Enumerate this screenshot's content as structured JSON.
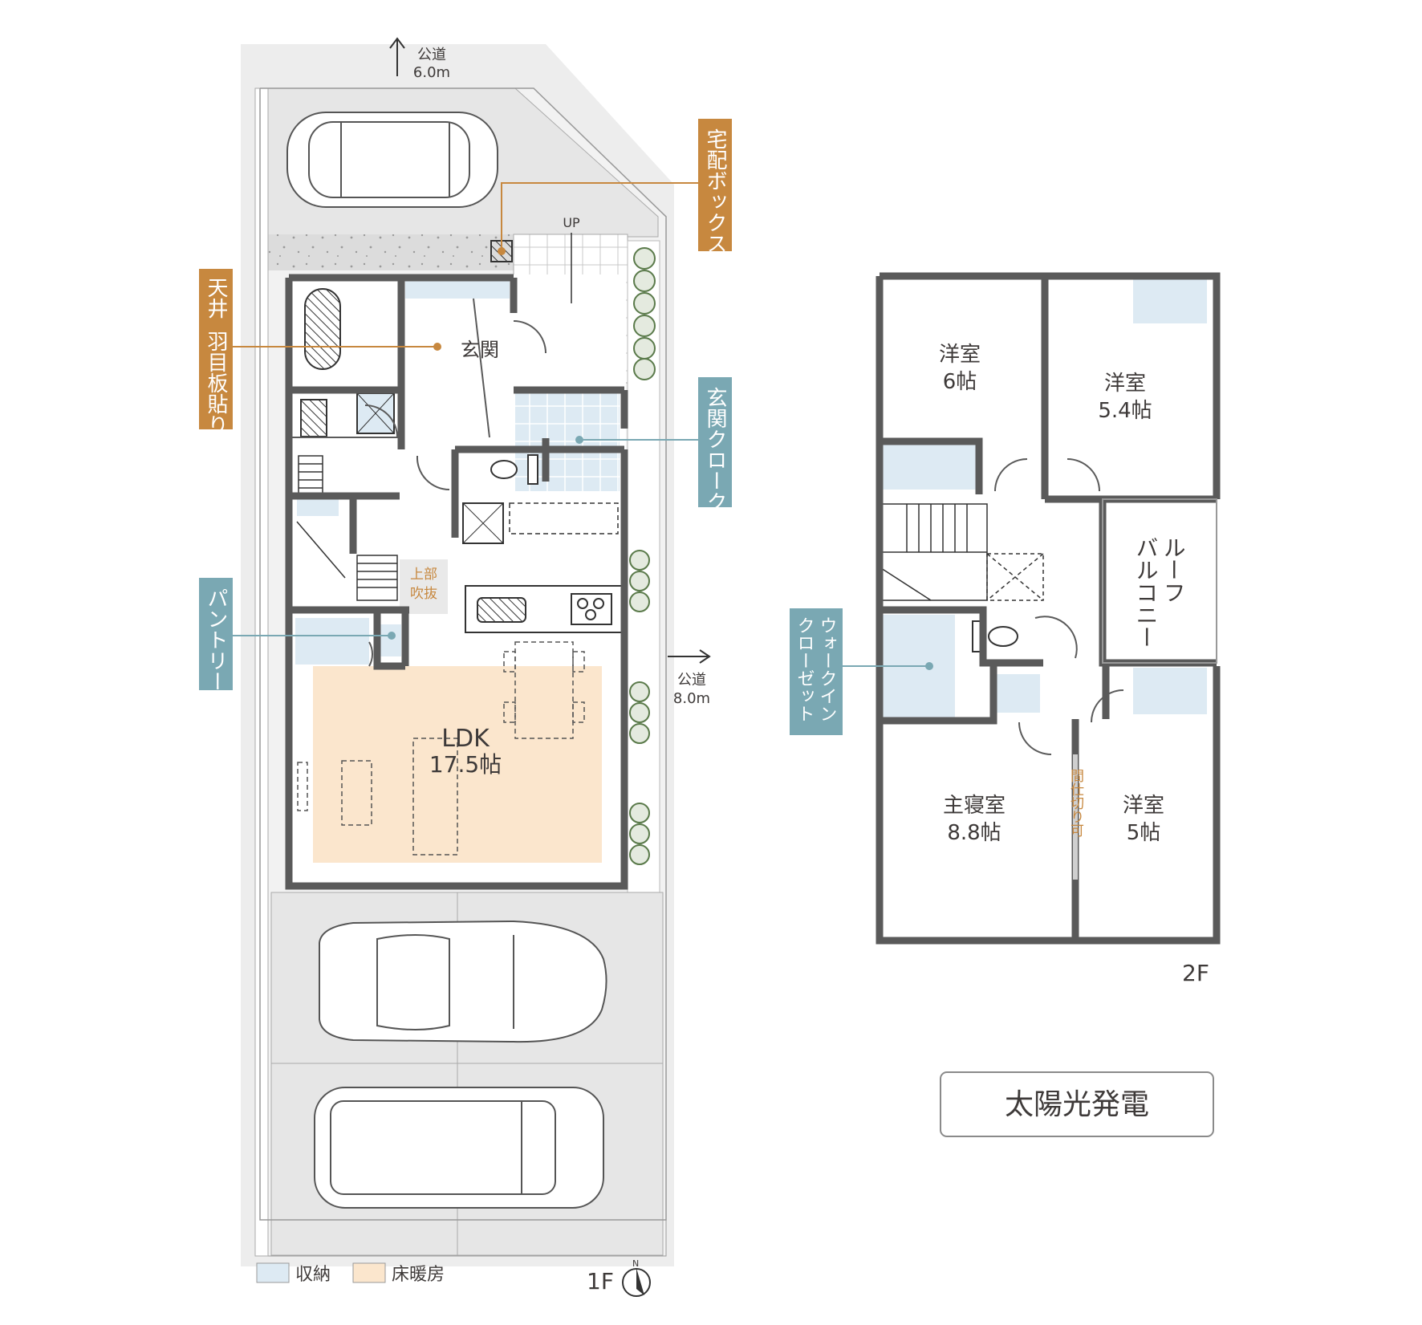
{
  "colors": {
    "wall": "#5a5a5a",
    "storage": "#ddeaf3",
    "floor_heating": "#fbe6cd",
    "callout_orange": "#c7883f",
    "callout_teal": "#7aa8b3",
    "shadow": "#e8e8e8",
    "text": "#3e3a39"
  },
  "floor1": {
    "title": "1F",
    "road_north": {
      "name": "公道",
      "width": "6.0m"
    },
    "road_east": {
      "name": "公道",
      "width": "8.0m"
    },
    "up_label": "UP",
    "rooms": {
      "entrance": "玄関",
      "ldk_name": "LDK",
      "ldk_size": "17.5帖",
      "void_line1": "上部",
      "void_line2": "吹抜"
    },
    "callouts": {
      "delivery_box": "宅配ボックス",
      "ceiling_line1": "天井",
      "ceiling_line2": "羽目板貼り",
      "entrance_cloak": "玄関クローク",
      "pantry": "パントリー"
    },
    "compass": "N"
  },
  "floor2": {
    "title": "2F",
    "rooms": {
      "west1_name": "洋室",
      "west1_size": "6帖",
      "west2_name": "洋室",
      "west2_size": "5.4帖",
      "master_name": "主寝室",
      "master_size": "8.8帖",
      "west3_name": "洋室",
      "west3_size": "5帖",
      "balcony_line1": "ルーフ",
      "balcony_line2": "バルコニー",
      "partition": "間仕切り可"
    },
    "callouts": {
      "wic_line1": "ウォークイン",
      "wic_line2": "クローゼット"
    }
  },
  "legend": {
    "storage": "収納",
    "floor_heating": "床暖房"
  },
  "solar_badge": "太陽光発電"
}
